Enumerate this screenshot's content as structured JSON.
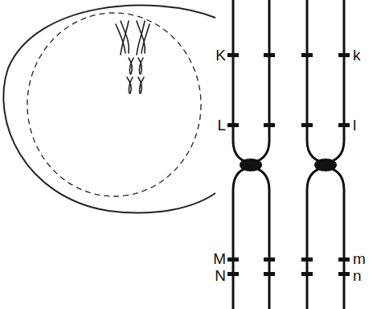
{
  "diagram": {
    "labels": [
      "K",
      "L",
      "M",
      "N",
      "k",
      "l",
      "m",
      "n"
    ]
  }
}
